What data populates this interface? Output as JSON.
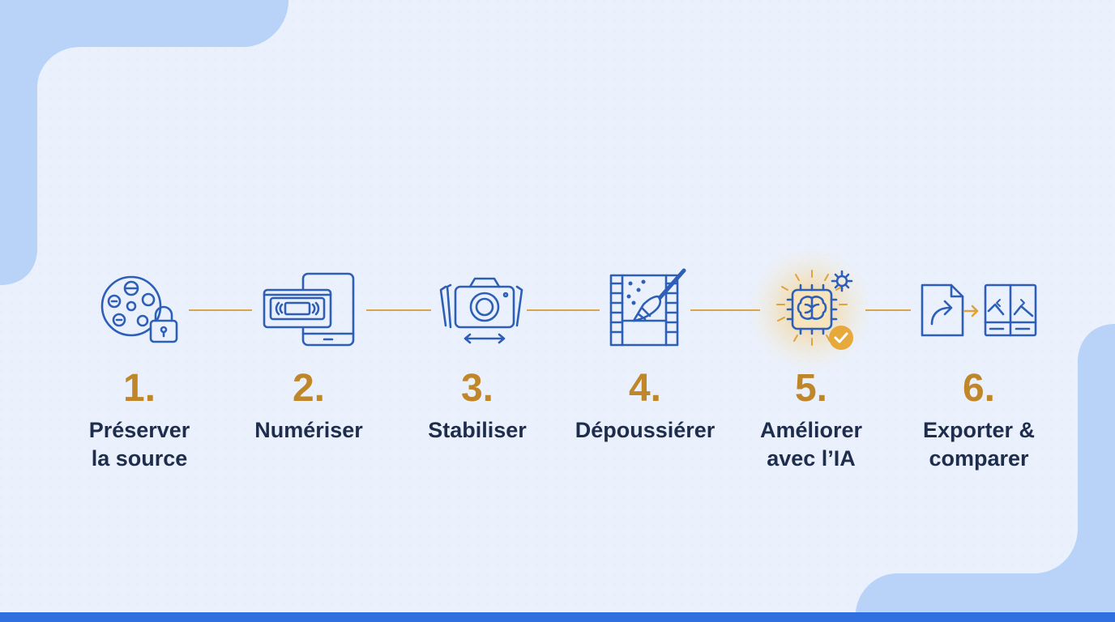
{
  "colors": {
    "accent": "#c0862a",
    "icon_stroke": "#2e5fb8",
    "label_text": "#1f2d4d",
    "background": "#eaf1fc",
    "corner_blob": "#b8d3f7",
    "bottom_bar": "#2f6fe0",
    "connector": "#d9a54a"
  },
  "steps": [
    {
      "number": "1.",
      "label_line1": "Préserver",
      "label_line2": "la source",
      "icon": "film-reel-lock-icon"
    },
    {
      "number": "2.",
      "label_line1": "Numériser",
      "label_line2": "",
      "icon": "vhs-tablet-icon"
    },
    {
      "number": "3.",
      "label_line1": "Stabiliser",
      "label_line2": "",
      "icon": "camera-stabilize-icon"
    },
    {
      "number": "4.",
      "label_line1": "Dépoussiérer",
      "label_line2": "",
      "icon": "film-brush-icon"
    },
    {
      "number": "5.",
      "label_line1": "Améliorer",
      "label_line2": "avec l’IA",
      "icon": "ai-chip-brain-icon",
      "highlighted": true
    },
    {
      "number": "6.",
      "label_line1": "Exporter &",
      "label_line2": "comparer",
      "icon": "export-compare-icon"
    }
  ]
}
